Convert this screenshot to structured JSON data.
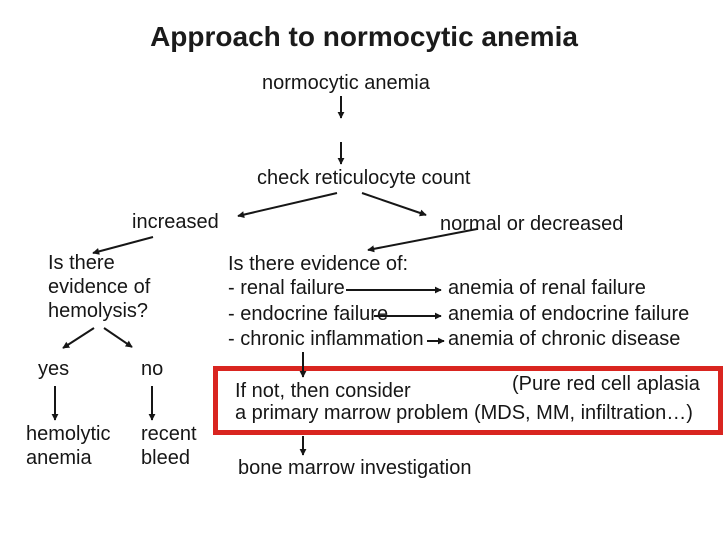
{
  "title": "Approach to normocytic anemia",
  "flowchart": {
    "root": "normocytic anemia",
    "step1": "check reticulocyte count",
    "branch_left_label": "increased",
    "branch_right_label": "normal or decreased",
    "left": {
      "question": [
        "Is there",
        "evidence of",
        "hemolysis?"
      ],
      "yes_label": "yes",
      "no_label": "no",
      "yes_outcome": [
        "hemolytic",
        "anemia"
      ],
      "no_outcome": [
        "recent",
        "bleed"
      ]
    },
    "right": {
      "heading": "Is there evidence of:",
      "items": [
        "- renal failure",
        "- endocrine failure",
        "- chronic inflammation"
      ],
      "outcomes": [
        "anemia of renal failure",
        "anemia of endocrine failure",
        "anemia of chronic disease"
      ]
    },
    "highlight_box": {
      "line1": "If not, then consider",
      "aside": "(Pure red cell aplasia",
      "line2": "a primary marrow problem (MDS, MM, infiltration…)"
    },
    "final": "bone marrow investigation"
  },
  "colors": {
    "background": "#ffffff",
    "text": "#161616",
    "title": "#1b1b1b",
    "highlight_border": "#d92520"
  }
}
